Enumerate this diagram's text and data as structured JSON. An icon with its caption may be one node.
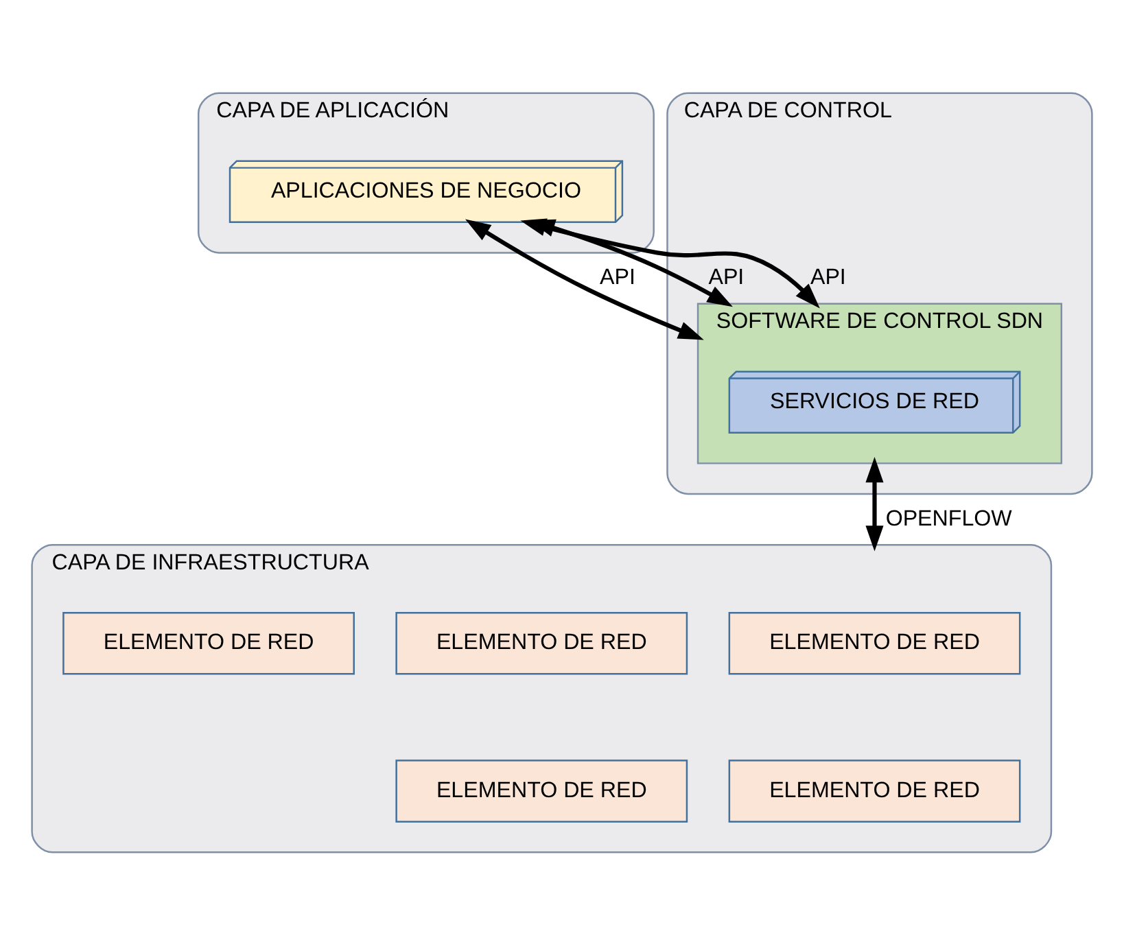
{
  "diagram": {
    "nodes": [
      {
        "text": [
          "CAPA DE APLICACIÓN"
        ]
      },
      {
        "text": [
          "APLICACIONES DE NEGOCIO"
        ],
        "in": 0
      },
      {
        "text": [
          "CAPA DE CONTROL"
        ]
      },
      {
        "text": [
          "SOFTWARE DE CONTROL SDN"
        ],
        "in": 2
      },
      {
        "text": [
          "SERVICIOS DE RED"
        ],
        "in": 3
      },
      {
        "text": [
          "CAPA DE INFRAESTRUCTURA"
        ]
      },
      {
        "text": [
          "ELEMENTO DE RED"
        ],
        "in": 5
      },
      {
        "text": [
          "ELEMENTO DE RED"
        ],
        "in": 5
      },
      {
        "text": [
          "ELEMENTO DE RED"
        ],
        "in": 5
      },
      {
        "text": [
          "ELEMENTO DE RED"
        ],
        "in": 5
      },
      {
        "text": [
          "ELEMENTO DE RED"
        ],
        "in": 5
      }
    ],
    "edges": [
      {
        "from": 1,
        "to": 3,
        "arrow": "both",
        "label": "API"
      },
      {
        "from": 1,
        "to": 3,
        "arrow": "both",
        "label": "API"
      },
      {
        "from": 1,
        "to": 3,
        "arrow": "both",
        "label": "API"
      },
      {
        "from": 3,
        "to": 5,
        "arrow": "both",
        "label": "OPENFLOW"
      }
    ]
  }
}
